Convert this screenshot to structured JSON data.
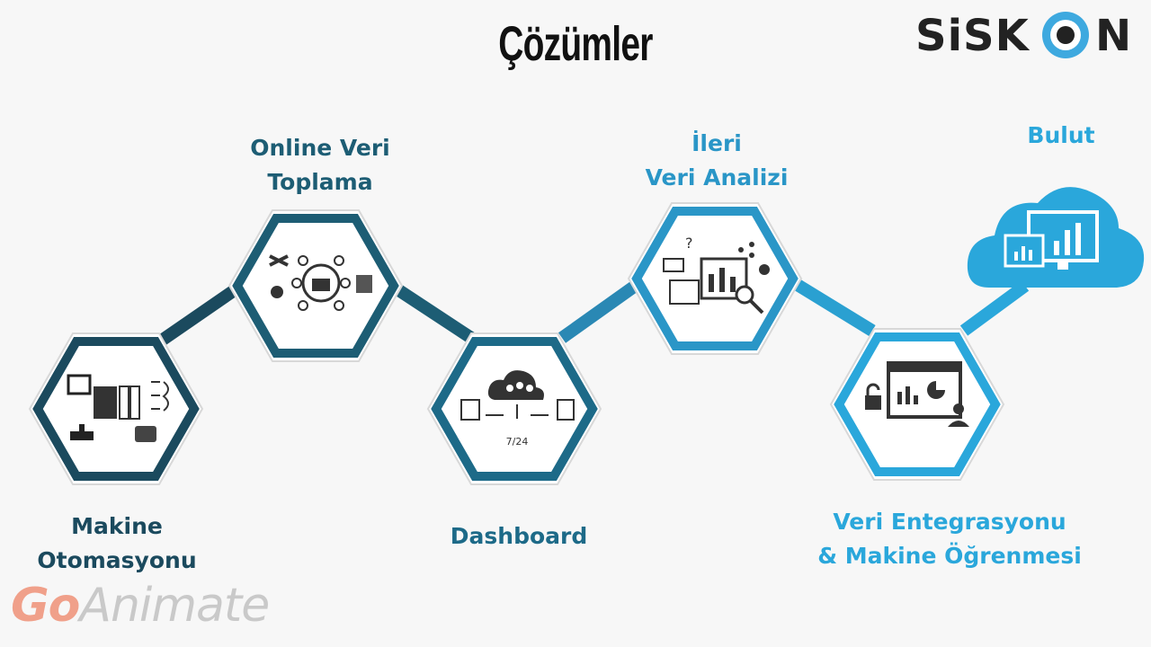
{
  "title": "Çözümler",
  "logo": {
    "text_left": "SiSK",
    "text_right": "N"
  },
  "watermark": {
    "part1": "Go",
    "part2": "Animate"
  },
  "steps": [
    {
      "line1": "Makine",
      "line2": "Otomasyonu",
      "color": "#1b4a5e"
    },
    {
      "line1": "Online Veri",
      "line2": "Toplama",
      "color": "#1d5d74"
    },
    {
      "line1": "Dashboard",
      "line2": "",
      "color": "#1d6a88",
      "sub": "7/24"
    },
    {
      "line1": "İleri",
      "line2": "Veri Analizi",
      "color": "#2a96c7"
    },
    {
      "line1": "Veri Entegrasyonu",
      "line2": "& Makine Öğrenmesi",
      "color": "#2aa7db"
    },
    {
      "line1": "Bulut",
      "line2": "",
      "color": "#2aa7db"
    }
  ]
}
